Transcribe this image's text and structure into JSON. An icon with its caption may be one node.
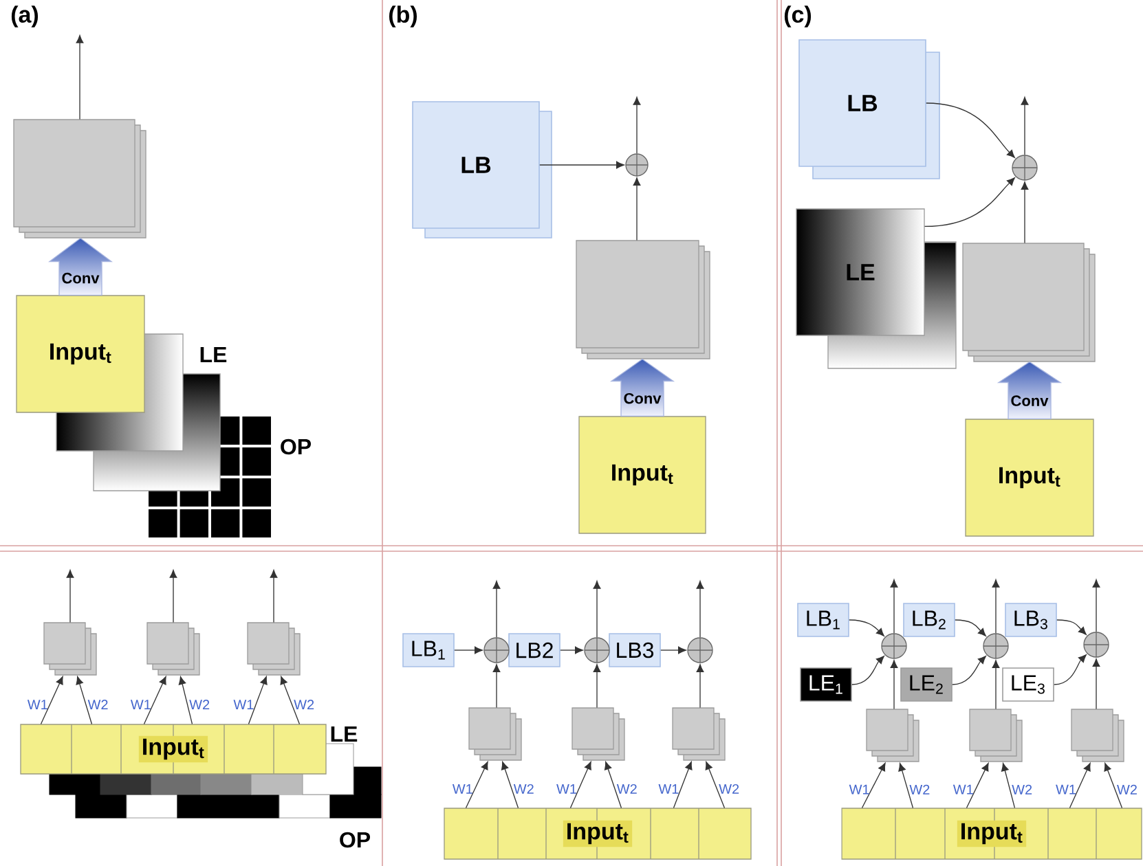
{
  "diagram": {
    "nodes": [
      {
        "text": [],
        "shape": "box"
      },
      {
        "text": [
          "Input$_{t}$"
        ]
      },
      {
        "text": [],
        "shape": "box",
        "beside": [
          "LE"
        ]
      },
      {
        "text": [],
        "shape": "box",
        "beside": [
          "OP"
        ]
      },
      {
        "text": [
          "LB"
        ]
      },
      {
        "text": [],
        "shape": "circle"
      },
      {
        "text": [],
        "shape": "box"
      },
      {
        "text": [
          "Input$_{t}$"
        ]
      },
      {
        "text": [
          "LB"
        ]
      },
      {
        "text": [],
        "shape": "circle"
      },
      {
        "text": [
          "LE"
        ]
      },
      {
        "text": [],
        "shape": "box"
      },
      {
        "text": [
          "Input$_{t}$"
        ]
      },
      {
        "text": [],
        "shape": "box"
      },
      {
        "text": [],
        "shape": "box"
      },
      {
        "text": [],
        "shape": "box"
      },
      {
        "text": [
          "Input$_{t}$"
        ]
      },
      {
        "text": [],
        "shape": "bar",
        "beside": [
          "LE"
        ]
      },
      {
        "text": [],
        "shape": "bar",
        "beside": [
          "OP"
        ]
      },
      {
        "text": [
          "LB$_{1}$"
        ]
      },
      {
        "text": [
          "LB2"
        ]
      },
      {
        "text": [
          "LB3"
        ]
      },
      {
        "text": [],
        "shape": "circle"
      },
      {
        "text": [],
        "shape": "circle"
      },
      {
        "text": [],
        "shape": "circle"
      },
      {
        "text": [],
        "shape": "box"
      },
      {
        "text": [],
        "shape": "box"
      },
      {
        "text": [],
        "shape": "box"
      },
      {
        "text": [
          "Input$_{t}$"
        ]
      },
      {
        "text": [
          "LB$_{1}$"
        ]
      },
      {
        "text": [
          "LB$_{2}$"
        ]
      },
      {
        "text": [
          "LB$_{3}$"
        ]
      },
      {
        "text": [
          "LE$_{1}$"
        ]
      },
      {
        "text": [
          "LE$_{2}$"
        ]
      },
      {
        "text": [
          "LE$_{3}$"
        ]
      },
      {
        "text": [],
        "shape": "circle"
      },
      {
        "text": [],
        "shape": "circle"
      },
      {
        "text": [],
        "shape": "circle"
      },
      {
        "text": [],
        "shape": "box"
      },
      {
        "text": [],
        "shape": "box"
      },
      {
        "text": [],
        "shape": "box"
      },
      {
        "text": [
          "Input$_{t}$"
        ]
      }
    ],
    "edges": [
      {
        "from": 1,
        "to": 0,
        "arrow": "to",
        "label": "Conv",
        "style": "thick"
      },
      {
        "from": 0,
        "to": null,
        "arrow": "to"
      },
      {
        "from": 7,
        "to": 6,
        "arrow": "to",
        "label": "Conv",
        "style": "thick"
      },
      {
        "from": 4,
        "to": 5,
        "arrow": "to"
      },
      {
        "from": 6,
        "to": 5,
        "arrow": "to"
      },
      {
        "from": 5,
        "to": null,
        "arrow": "to"
      },
      {
        "from": 12,
        "to": 11,
        "arrow": "to",
        "label": "Conv",
        "style": "thick"
      },
      {
        "from": 8,
        "to": 9,
        "arrow": "to"
      },
      {
        "from": 10,
        "to": 9,
        "arrow": "to"
      },
      {
        "from": 11,
        "to": 9,
        "arrow": "to"
      },
      {
        "from": 9,
        "to": null,
        "arrow": "to"
      },
      {
        "from": 13,
        "to": null,
        "arrow": "to"
      },
      {
        "from": 14,
        "to": null,
        "arrow": "to"
      },
      {
        "from": 15,
        "to": null,
        "arrow": "to"
      },
      {
        "from": 16,
        "to": 13,
        "arrow": "to",
        "label": "W1"
      },
      {
        "from": 16,
        "to": 13,
        "arrow": "to",
        "label": "W2"
      },
      {
        "from": 16,
        "to": 14,
        "arrow": "to",
        "label": "W1"
      },
      {
        "from": 16,
        "to": 14,
        "arrow": "to",
        "label": "W2"
      },
      {
        "from": 16,
        "to": 15,
        "arrow": "to",
        "label": "W1"
      },
      {
        "from": 16,
        "to": 15,
        "arrow": "to",
        "label": "W2"
      },
      {
        "from": 19,
        "to": 22,
        "arrow": "to"
      },
      {
        "from": 20,
        "to": 23,
        "arrow": "to"
      },
      {
        "from": 21,
        "to": 24,
        "arrow": "to"
      },
      {
        "from": 25,
        "to": 22,
        "arrow": "to"
      },
      {
        "from": 26,
        "to": 23,
        "arrow": "to"
      },
      {
        "from": 27,
        "to": 24,
        "arrow": "to"
      },
      {
        "from": 22,
        "to": null,
        "arrow": "to"
      },
      {
        "from": 23,
        "to": null,
        "arrow": "to"
      },
      {
        "from": 24,
        "to": null,
        "arrow": "to"
      },
      {
        "from": 28,
        "to": 25,
        "arrow": "to",
        "label": "W1"
      },
      {
        "from": 28,
        "to": 25,
        "arrow": "to",
        "label": "W2"
      },
      {
        "from": 28,
        "to": 26,
        "arrow": "to",
        "label": "W1"
      },
      {
        "from": 28,
        "to": 26,
        "arrow": "to",
        "label": "W2"
      },
      {
        "from": 28,
        "to": 27,
        "arrow": "to",
        "label": "W1"
      },
      {
        "from": 28,
        "to": 27,
        "arrow": "to",
        "label": "W2"
      },
      {
        "from": 29,
        "to": 35,
        "arrow": "to"
      },
      {
        "from": 30,
        "to": 36,
        "arrow": "to"
      },
      {
        "from": 31,
        "to": 37,
        "arrow": "to"
      },
      {
        "from": 32,
        "to": 35,
        "arrow": "to"
      },
      {
        "from": 33,
        "to": 36,
        "arrow": "to"
      },
      {
        "from": 34,
        "to": 37,
        "arrow": "to"
      },
      {
        "from": 38,
        "to": 35,
        "arrow": "to"
      },
      {
        "from": 39,
        "to": 36,
        "arrow": "to"
      },
      {
        "from": 40,
        "to": 37,
        "arrow": "to"
      },
      {
        "from": 35,
        "to": null,
        "arrow": "to"
      },
      {
        "from": 36,
        "to": null,
        "arrow": "to"
      },
      {
        "from": 37,
        "to": null,
        "arrow": "to"
      },
      {
        "from": 41,
        "to": 38,
        "arrow": "to",
        "label": "W1"
      },
      {
        "from": 41,
        "to": 38,
        "arrow": "to",
        "label": "W2"
      },
      {
        "from": 41,
        "to": 39,
        "arrow": "to",
        "label": "W1"
      },
      {
        "from": 41,
        "to": 39,
        "arrow": "to",
        "label": "W2"
      },
      {
        "from": 41,
        "to": 40,
        "arrow": "to",
        "label": "W1"
      },
      {
        "from": 41,
        "to": 40,
        "arrow": "to",
        "label": "W2"
      }
    ],
    "labels": [
      "(a)",
      "(b)",
      "(c)"
    ]
  }
}
